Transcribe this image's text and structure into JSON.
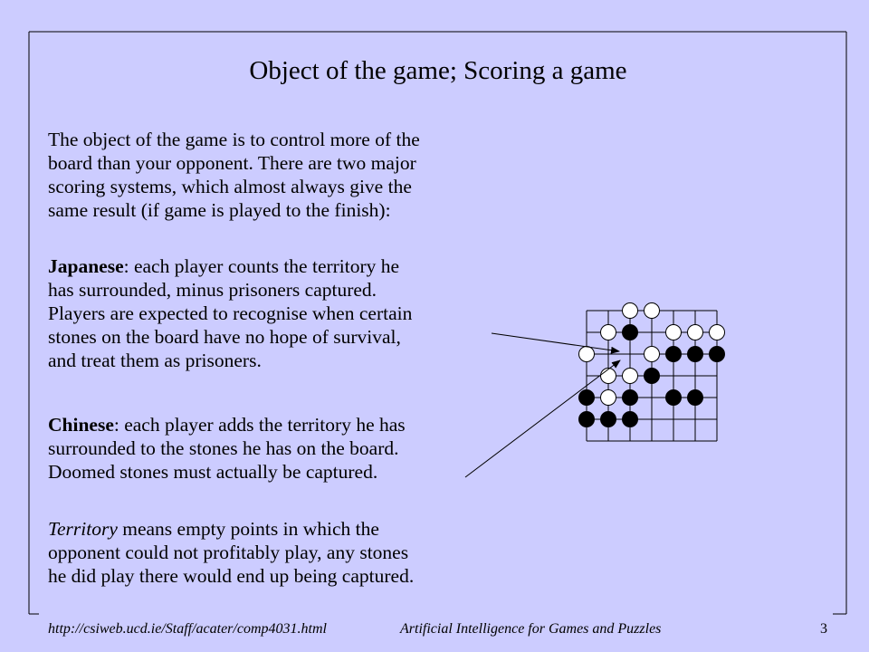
{
  "slide": {
    "title": "Object of the game; Scoring a game",
    "intro_lines": [
      "The object of the game is to control more of the",
      "board than your opponent. There are two major",
      "scoring systems, which almost always give the",
      "same result (if game is played to the finish):"
    ],
    "japanese": {
      "term": "Japanese",
      "line1_rest": ": each player counts the territory he",
      "lines": [
        "has surrounded, minus prisoners captured.",
        "Players are expected to recognise when certain",
        "stones on the board have no hope of survival,",
        "and treat them as prisoners."
      ]
    },
    "chinese": {
      "term": "Chinese",
      "line1_rest": ": each player adds the territory he has",
      "lines": [
        "surrounded to the stones he has on the board.",
        "Doomed stones must actually be captured."
      ]
    },
    "territory": {
      "term": "Territory",
      "line1_rest": " means empty points in which the",
      "lines": [
        "opponent could not profitably play, any stones",
        "he did play there would end up being captured."
      ]
    }
  },
  "board": {
    "size": 7,
    "white_stones": [
      [
        2,
        0
      ],
      [
        3,
        0
      ],
      [
        1,
        1
      ],
      [
        4,
        1
      ],
      [
        5,
        1
      ],
      [
        6,
        1
      ],
      [
        0,
        2
      ],
      [
        3,
        2
      ],
      [
        1,
        3
      ],
      [
        2,
        3
      ],
      [
        1,
        4
      ]
    ],
    "black_stones": [
      [
        2,
        1
      ],
      [
        4,
        2
      ],
      [
        5,
        2
      ],
      [
        6,
        2
      ],
      [
        3,
        3
      ],
      [
        0,
        4
      ],
      [
        2,
        4
      ],
      [
        4,
        4
      ],
      [
        5,
        4
      ],
      [
        0,
        5
      ],
      [
        1,
        5
      ],
      [
        2,
        5
      ]
    ],
    "colors": {
      "background": "#ccccff",
      "white_stone": "#ffffff",
      "black_stone": "#000000",
      "line": "#000000"
    }
  },
  "footer": {
    "url": "http://csiweb.ucd.ie/Staff/acater/comp4031.html",
    "course": "Artificial Intelligence for Games and Puzzles",
    "page": "3"
  }
}
